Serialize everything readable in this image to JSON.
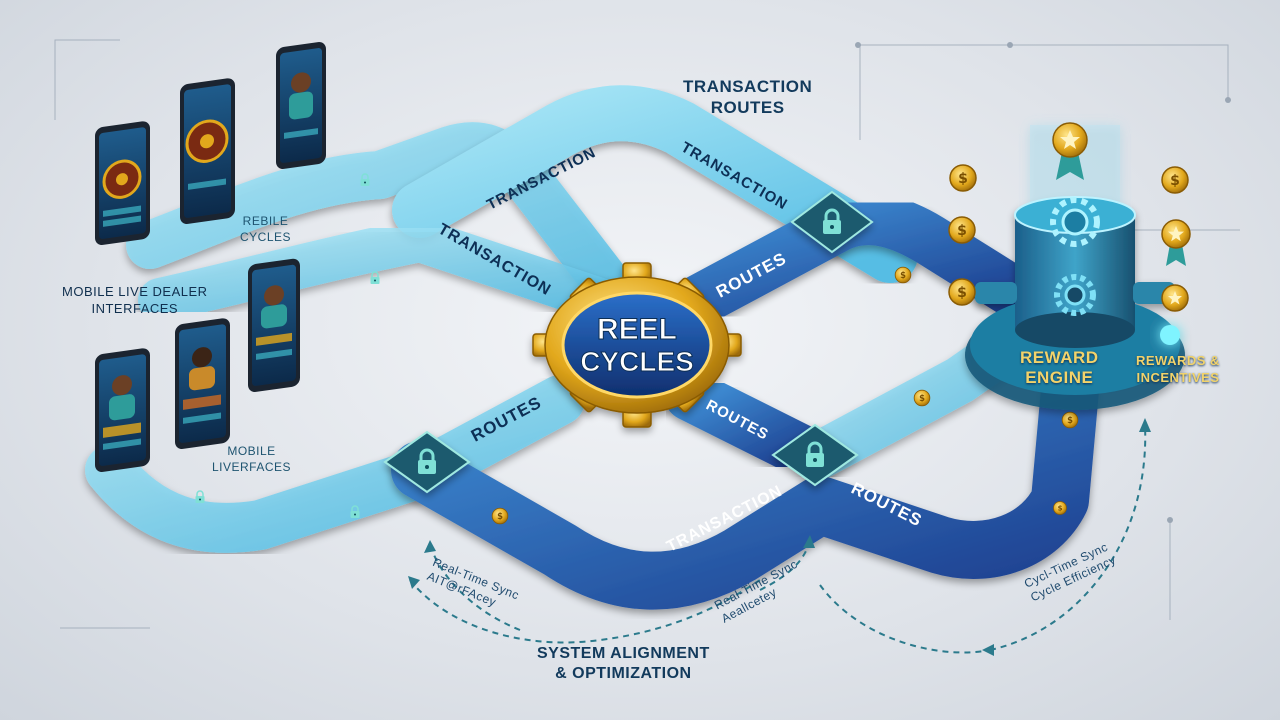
{
  "labels": {
    "transaction_routes_title_line1": "TRANSACTION",
    "transaction_routes_title_line2": "ROUTES",
    "rebile_cycles_line1": "REBILE",
    "rebile_cycles_line2": "CYCLES",
    "mobile_live_dealer_line1": "MOBILE LIVE DEALER",
    "mobile_live_dealer_line2": "INTERFACES",
    "mobile_liverfaces_line1": "MOBILE",
    "mobile_liverfaces_line2": "LIVERFACES",
    "reward_engine_line1": "REWARD",
    "reward_engine_line2": "ENGINE",
    "rewards_incentives_line1": "REWARDS &",
    "rewards_incentives_line2": "INCENTIVES",
    "system_alignment_line1": "SYSTEM ALIGNMENT",
    "system_alignment_line2": "& OPTIMIZATION",
    "sync_left_line1": "Real-Time Sync",
    "sync_left_line2": "AIT@rFAcey",
    "sync_mid_line1": "Real-Time Sync",
    "sync_mid_line2": "Aeallcetey",
    "sync_right_line1": "Cycl-Time Sync",
    "sync_right_line2": "Cycle Efficiency"
  },
  "roads": {
    "upper_left_1": "TRANSACTION",
    "upper_right_1": "TRANSACTION",
    "upper_left_2": "TRANSACTION",
    "right_routes_1": "ROUTES",
    "left_routes": "ROUTES",
    "center_routes": "ROUTES",
    "bottom_transaction": "TRANSACTION",
    "bottom_routes": "ROUTES"
  },
  "hub": {
    "line1": "REEL",
    "line2": "CYCLES"
  },
  "icons": {
    "lock": "lock-icon",
    "coin": "dollar-coin-icon",
    "medal": "star-medal-icon",
    "gear": "gear-icon",
    "phone": "smartphone-icon"
  },
  "colors": {
    "road_light": "#7fd6ee",
    "road_mid": "#3fa9d8",
    "road_dark": "#1f4fa3",
    "navy_text": "#123a5c",
    "gold": "#e2a81c",
    "teal": "#2e9c9a"
  }
}
